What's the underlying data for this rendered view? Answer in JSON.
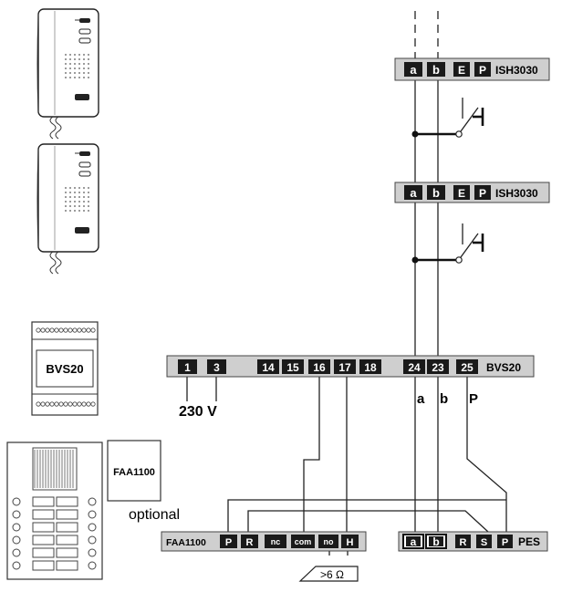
{
  "ish_top": {
    "a": "a",
    "b": "b",
    "e": "E",
    "p": "P",
    "name": "ISH3030"
  },
  "ish_mid": {
    "a": "a",
    "b": "b",
    "e": "E",
    "p": "P",
    "name": "ISH3030"
  },
  "bvs_bar": {
    "terminals": [
      "1",
      "3",
      "14",
      "15",
      "16",
      "17",
      "18",
      "24",
      "23",
      "25"
    ],
    "name": "BVS20"
  },
  "power_label": "230 V",
  "line_labels": {
    "a": "a",
    "b": "b",
    "p": "P"
  },
  "bvs_module_label": "BVS20",
  "faa_box_label": "FAA1100",
  "optional_label": "optional",
  "faa_bar": {
    "name": "FAA1100",
    "terminals": [
      "P",
      "R",
      "nc",
      "com",
      "no",
      "H"
    ]
  },
  "pes_bar": {
    "terminals": [
      "a",
      "b",
      "R",
      "S",
      "P"
    ],
    "name": "PES"
  },
  "resistor_label": ">6 Ω",
  "colors": {
    "terminal_bg": "#1a1a1a",
    "bar_bg": "#cfcfcf",
    "line": "#222222"
  }
}
